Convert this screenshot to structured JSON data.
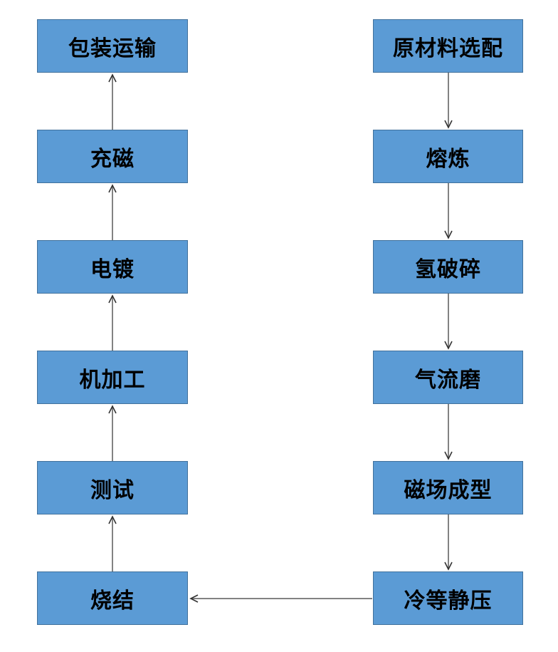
{
  "flowchart": {
    "colors": {
      "background": "#ffffff",
      "box_fill": "#5b9bd5",
      "box_border": "#41719c",
      "text": "#000000",
      "arrow": "#595959",
      "arrowhead": "#333333"
    },
    "left_column": {
      "flow_direction": "bottom-to-top",
      "items": [
        {
          "label": "包装运输"
        },
        {
          "label": "充磁"
        },
        {
          "label": "电镀"
        },
        {
          "label": "机加工"
        },
        {
          "label": "测试"
        },
        {
          "label": "烧结"
        }
      ]
    },
    "right_column": {
      "flow_direction": "top-to-bottom",
      "items": [
        {
          "label": "原材料选配"
        },
        {
          "label": "熔炼"
        },
        {
          "label": "氢破碎"
        },
        {
          "label": "气流磨"
        },
        {
          "label": "磁场成型"
        },
        {
          "label": "冷等静压"
        }
      ]
    },
    "connections": {
      "cross_arrow": {
        "from": "冷等静压",
        "to": "烧结"
      }
    }
  }
}
